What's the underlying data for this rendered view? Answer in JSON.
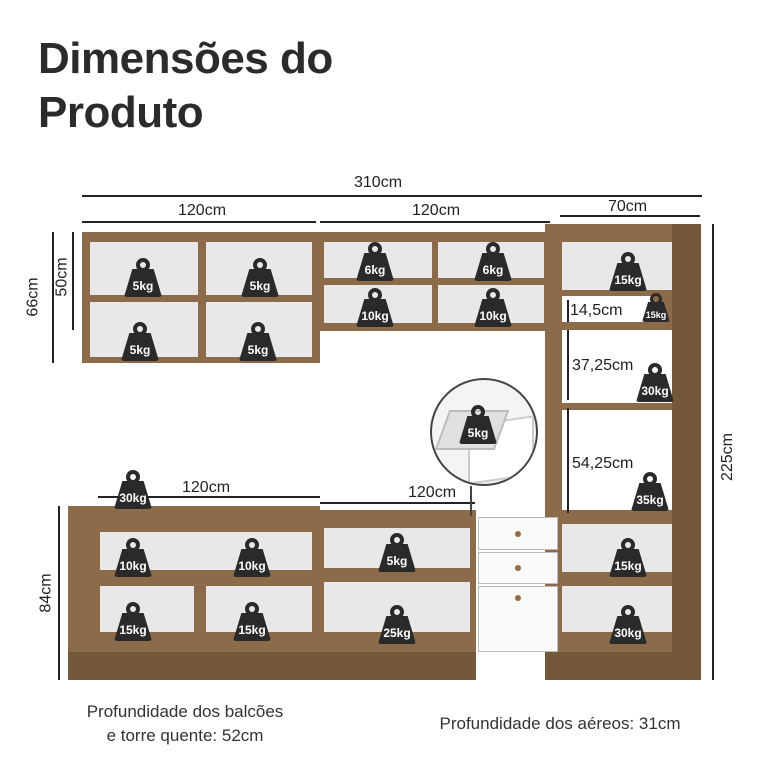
{
  "title": {
    "line1": "Dimensões do",
    "line2": "Produto"
  },
  "dimensions": {
    "total_width": "310cm",
    "upper_left_width": "120cm",
    "upper_middle_width": "120cm",
    "tower_width": "70cm",
    "upper_total_height": "66cm",
    "upper_middle_height": "50cm",
    "tower_height": "225cm",
    "base_height": "84cm",
    "base_left_width": "120cm",
    "base_middle_width": "120cm",
    "tower_gap_1": "14,5cm",
    "tower_gap_2": "37,25cm",
    "tower_gap_3": "54,25cm"
  },
  "weights": [
    "5kg",
    "5kg",
    "5kg",
    "5kg",
    "6kg",
    "6kg",
    "10kg",
    "10kg",
    "15kg",
    "15kg",
    "30kg",
    "35kg",
    "5kg",
    "30kg",
    "10kg",
    "10kg",
    "15kg",
    "15kg",
    "5kg",
    "25kg",
    "15kg",
    "30kg"
  ],
  "footer": {
    "base_depth_line1": "Profundidade dos balcões",
    "base_depth_line2": "e torre quente: 52cm",
    "upper_depth": "Profundidade dos aéreos: 31cm"
  },
  "colors": {
    "wood": "#8b6b49",
    "interior": "#e8e8e8",
    "drawer": "#fafafa",
    "weight": "#2a2a2a"
  }
}
